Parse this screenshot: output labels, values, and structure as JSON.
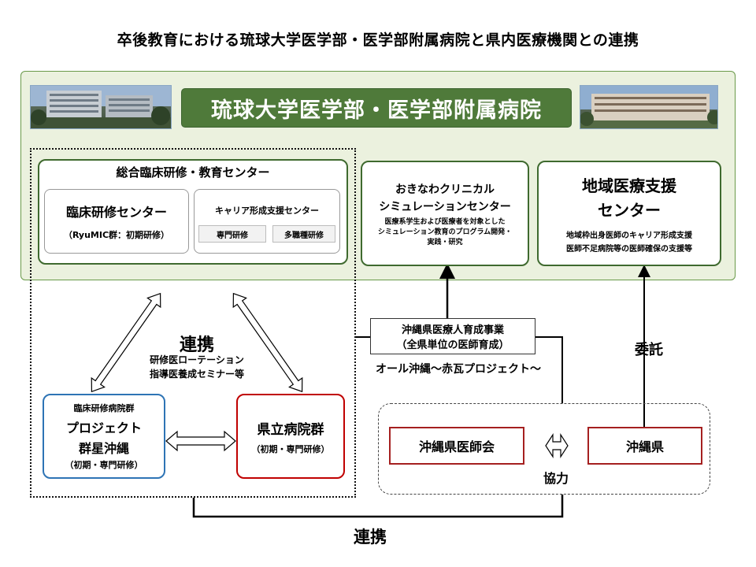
{
  "title": "卒後教育における琉球大学医学部・医学部附属病院と県内医療機関との連携",
  "university": {
    "name": "琉球大学医学部・医学部附属病院"
  },
  "education_center": {
    "title": "総合臨床研修・教育センター",
    "clinical_center": {
      "name": "臨床研修センター",
      "note": "（RyuMIC群：初期研修）"
    },
    "career_center": {
      "name": "キャリア形成支援センター",
      "specialty": "専門研修",
      "multi": "多職種研修"
    }
  },
  "simulation_center": {
    "line1": "おきなわクリニカル",
    "line2": "シミュレーションセンター",
    "desc1": "医療系学生および医療者を対象とした",
    "desc2": "シミュレーション教育のプログラム開発・",
    "desc3": "実践・研究"
  },
  "regional_center": {
    "line1": "地域医療支援",
    "line2": "センター",
    "desc1": "地域枠出身医師のキャリア形成支援",
    "desc2": "医師不足病院等の医師確保の支援等"
  },
  "collaboration": {
    "label": "連携",
    "sub1": "研修医ローテーション",
    "sub2": "指導医養成セミナー等"
  },
  "hospital_group": {
    "line1": "臨床研修病院群",
    "line2": "プロジェクト",
    "line3": "群星沖縄",
    "line4": "（初期・専門研修）"
  },
  "prefectural_group": {
    "line1": "県立病院群",
    "line2": "（初期・専門研修）"
  },
  "project": {
    "line1": "沖縄県医療人育成事業",
    "line2": "（全県単位の医師育成）",
    "subtitle": "オール沖縄～赤瓦プロジェクト～"
  },
  "entrust_label": "委託",
  "medical_association": "沖縄県医師会",
  "prefecture": "沖縄県",
  "cooperate_label": "協力",
  "bottom_collab_label": "連携",
  "colors": {
    "green_dark": "#4f7a3a",
    "green_bg": "#ebf1de",
    "blue": "#2e74b5",
    "red": "#c00000"
  }
}
